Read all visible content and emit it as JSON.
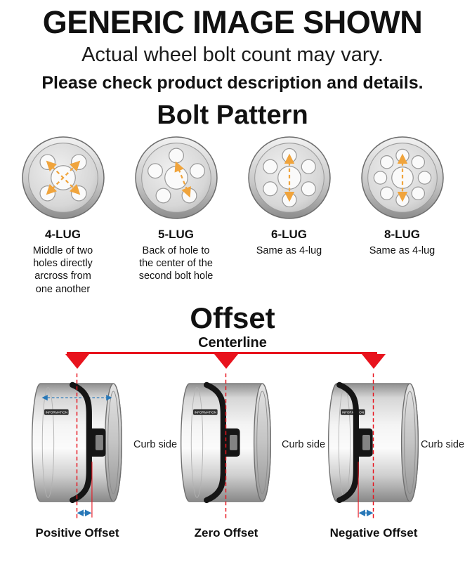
{
  "header": {
    "title": "GENERIC IMAGE SHOWN",
    "subtitle": "Actual wheel bolt count may vary.",
    "note": "Please check product description and details."
  },
  "bolt_pattern": {
    "heading": "Bolt Pattern",
    "measure_line_color": "#f0a43c",
    "items": [
      {
        "label": "4-LUG",
        "description": "Middle of two holes directly arcross from one another"
      },
      {
        "label": "5-LUG",
        "description": "Back of hole to the center of the second bolt hole"
      },
      {
        "label": "6-LUG",
        "description": "Same as 4-lug"
      },
      {
        "label": "8-LUG",
        "description": "Same as 4-lug"
      }
    ]
  },
  "offset": {
    "heading": "Offset",
    "centerline_label": "Centerline",
    "centerline_color": "#e8131d",
    "measure_arrow_color": "#2878b8",
    "curb_side_label": "Curb side",
    "barrel_tag": "INFORMATION",
    "items": [
      {
        "label": "Positive Offset"
      },
      {
        "label": "Zero Offset"
      },
      {
        "label": "Negative Offset"
      }
    ]
  }
}
